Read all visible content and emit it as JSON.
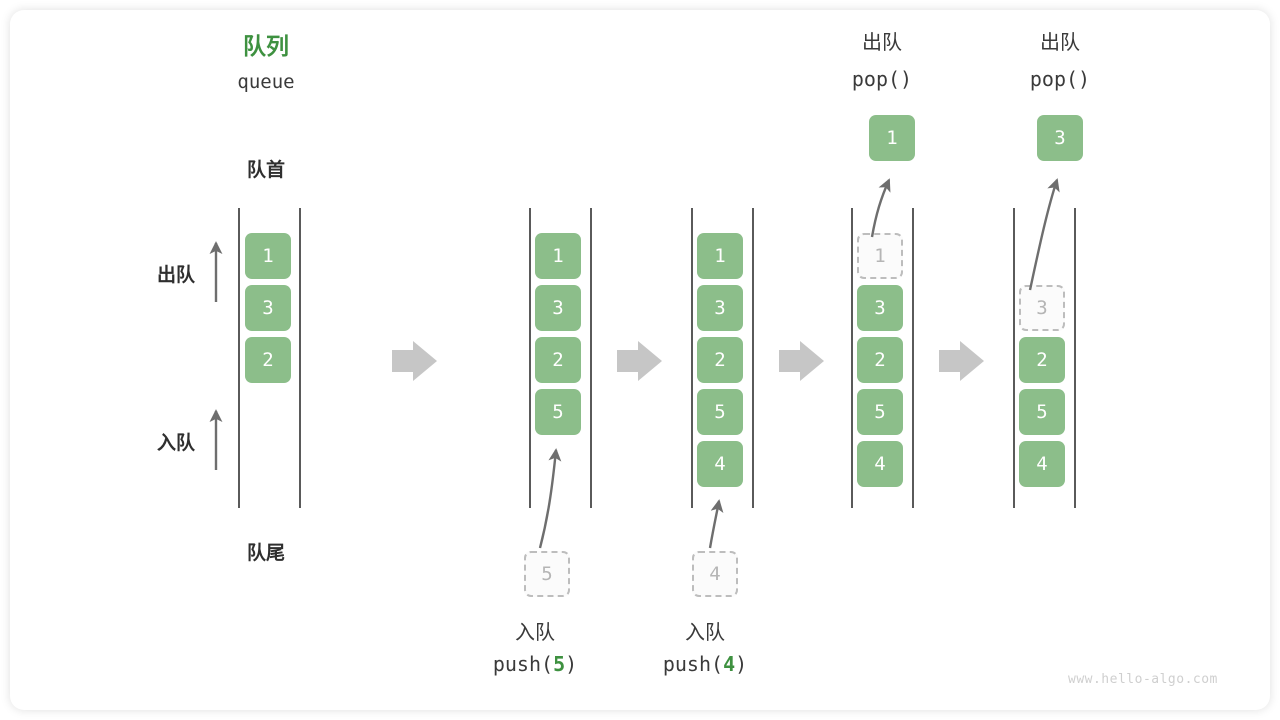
{
  "diagram": {
    "title_cn": "队列",
    "title_en": "queue",
    "head_label": "队首",
    "tail_label": "队尾",
    "dequeue_label": "出队",
    "enqueue_label": "入队",
    "watermark": "www.hello-algo.com",
    "colors": {
      "element_fill": "#8cbe8a",
      "element_text": "#ffffff",
      "ghost_fill": "#fbfbfb",
      "ghost_border": "#bdbdbd",
      "ghost_text": "#b5b5b5",
      "title_green": "#3e9140",
      "rail": "#5a5a5a",
      "arrow": "#6e6e6e",
      "flow_arrow": "#c6c6c6",
      "text": "#3a3a3a"
    }
  },
  "stages": [
    {
      "name": "initial",
      "cells": [
        {
          "value": "1",
          "state": "filled"
        },
        {
          "value": "3",
          "state": "filled"
        },
        {
          "value": "2",
          "state": "filled"
        }
      ],
      "operation_cn": "",
      "operation_code": "",
      "pending": null,
      "popped": null
    },
    {
      "name": "after-push-5",
      "cells": [
        {
          "value": "1",
          "state": "filled"
        },
        {
          "value": "3",
          "state": "filled"
        },
        {
          "value": "2",
          "state": "filled"
        },
        {
          "value": "5",
          "state": "filled"
        }
      ],
      "operation_cn": "入队",
      "operation_code_prefix": "push(",
      "operation_code_num": "5",
      "operation_code_suffix": ")",
      "pending": {
        "value": "5",
        "state": "ghost"
      },
      "popped": null
    },
    {
      "name": "after-push-4",
      "cells": [
        {
          "value": "1",
          "state": "filled"
        },
        {
          "value": "3",
          "state": "filled"
        },
        {
          "value": "2",
          "state": "filled"
        },
        {
          "value": "5",
          "state": "filled"
        },
        {
          "value": "4",
          "state": "filled"
        }
      ],
      "operation_cn": "入队",
      "operation_code_prefix": "push(",
      "operation_code_num": "4",
      "operation_code_suffix": ")",
      "pending": {
        "value": "4",
        "state": "ghost"
      },
      "popped": null
    },
    {
      "name": "after-pop-1",
      "cells": [
        {
          "value": "1",
          "state": "ghost"
        },
        {
          "value": "3",
          "state": "filled"
        },
        {
          "value": "2",
          "state": "filled"
        },
        {
          "value": "5",
          "state": "filled"
        },
        {
          "value": "4",
          "state": "filled"
        }
      ],
      "operation_cn": "出队",
      "operation_code": "pop()",
      "popped": {
        "value": "1",
        "state": "filled"
      }
    },
    {
      "name": "after-pop-3",
      "cells": [
        {
          "value": "",
          "state": "empty"
        },
        {
          "value": "3",
          "state": "ghost"
        },
        {
          "value": "2",
          "state": "filled"
        },
        {
          "value": "5",
          "state": "filled"
        },
        {
          "value": "4",
          "state": "filled"
        }
      ],
      "operation_cn": "出队",
      "operation_code": "pop()",
      "popped": {
        "value": "3",
        "state": "filled"
      }
    }
  ]
}
